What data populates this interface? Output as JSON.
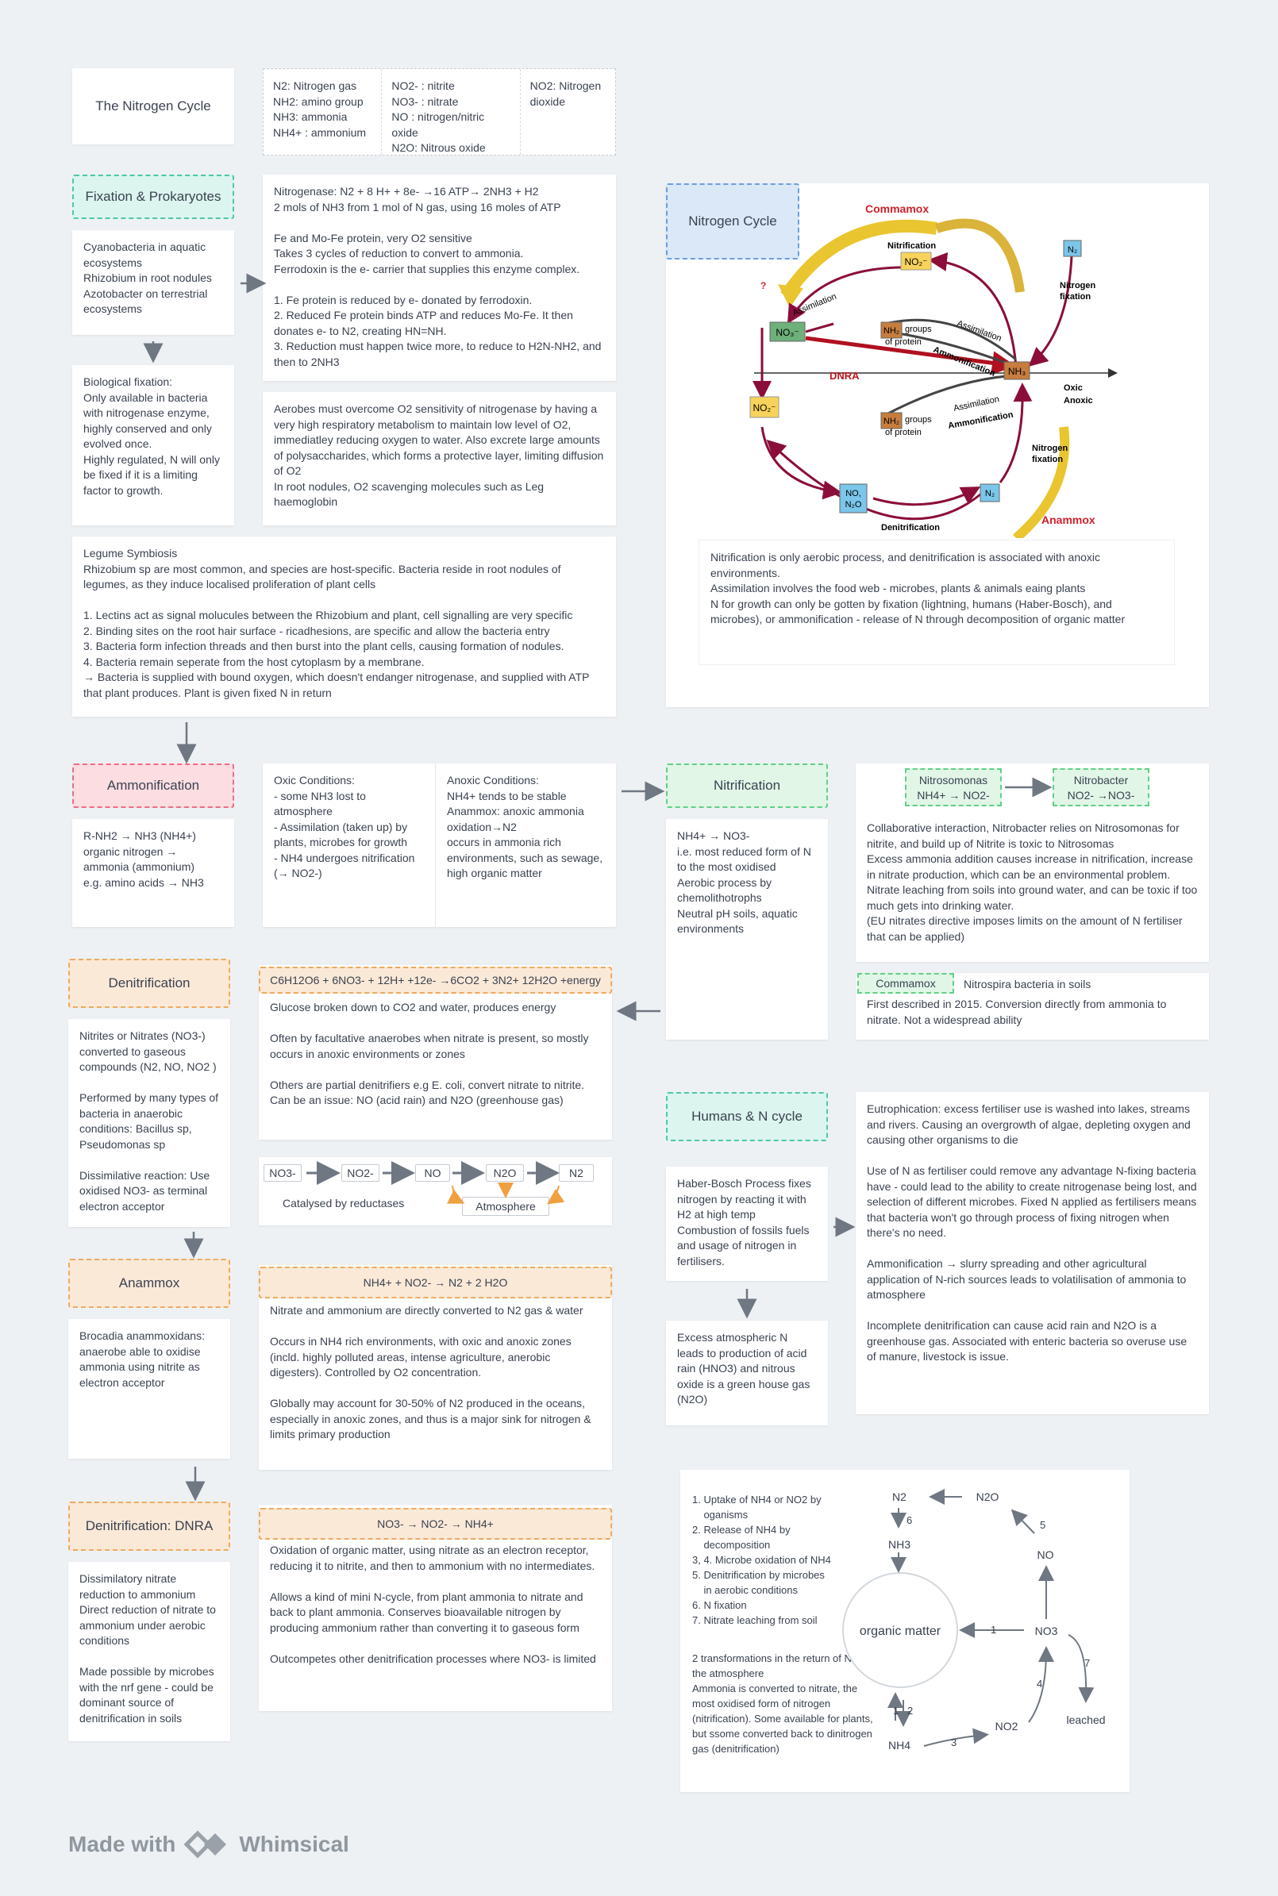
{
  "title": "The Nitrogen Cycle",
  "legend": {
    "col1": "N2: Nitrogen gas\nNH2: amino group\nNH3: ammonia\nNH4+ : ammonium",
    "col2": "NO2- : nitrite\nNO3- : nitrate\nNO : nitrogen/nitric oxide\nN2O: Nitrous oxide",
    "col3": "NO2: Nitrogen\ndioxide"
  },
  "fixation": {
    "header": "Fixation & Prokaryotes",
    "organisms": "Cyanobacteria in aquatic ecosystems\nRhizobium in root nodules\nAzotobacter on terrestrial ecosystems",
    "biological": "Biological fixation:\nOnly available in bacteria with nitrogenase enzyme, highly conserved and only evolved once.\nHighly regulated, N will only be fixed if it is a limiting factor to growth.",
    "nitrogenase": "Nitrogenase: N2 + 8 H+ + 8e- →16 ATP→ 2NH3 + H2\n2 mols of NH3 from 1 mol of N gas, using 16 moles of ATP\n\nFe and Mo-Fe protein, very O2 sensitive\nTakes 3 cycles of reduction to convert to ammonia.\nFerrodoxin is the e- carrier that supplies this enzyme complex.\n\n1. Fe protein is reduced by e- donated by ferrodoxin.\n2. Reduced Fe protein binds ATP and reduces Mo-Fe. It then donates e- to N2, creating HN=NH.\n3. Reduction must happen twice more, to reduce to H2N-NH2, and then to 2NH3",
    "aerobes": " Aerobes must overcome O2 sensitivity of nitrogenase by having a very high respiratory metabolism to maintain low level of O2, immediatley reducing oxygen to water. Also excrete large amounts of polysaccharides, which forms a protective layer, limiting diffusion of O2\nIn root nodules, O2 scavenging molecules such as Leg haemoglobin",
    "legume": "Legume Symbiosis\nRhizobium sp are most common, and species are host-specific. Bacteria reside in root nodules of legumes, as they induce localised proliferation of plant cells\n\n1. Lectins act as signal molucules between the Rhizobium and plant, cell signalling are very specific\n2. Binding sites on the root hair surface - ricadhesions, are specific and allow the bacteria entry\n3. Bacteria form infection threads and then burst into the plant cells, causing formation of nodules.\n4. Bacteria remain seperate from the host cytoplasm by a membrane.\n → Bacteria is  supplied with bound oxygen, which doesn't endanger nitrogenase, and supplied with ATP that plant produces. Plant is given fixed N in return"
  },
  "cycle": {
    "header": "Nitrogen Cycle",
    "labels": {
      "commamox": "Commamox",
      "nitrification": "Nitrification",
      "no2": "NO₂⁻",
      "no3": "NO₃⁻",
      "nh3": "NH₃",
      "n2": "N₂",
      "nh2": "NH₂",
      "groups": "groups",
      "of_protein": "of protein",
      "assimilation": "Assimilation",
      "ammonification": "Ammonification",
      "dnra": "DNRA",
      "oxic": "Oxic",
      "anoxic": "Anoxic",
      "nitrogen": "Nitrogen",
      "fixation": "fixation",
      "no_n2o_1": "NO,",
      "no_n2o_2": "N₂O",
      "denitrification": "Denitrification",
      "anammox": "Anammox",
      "q": "?"
    },
    "notes": "Nitrification is only aerobic process, and denitrification is associated with anoxic environments.\nAssimilation involves the food web - microbes, plants & animals eaing plants\nN for growth can only be gotten by fixation (lightning, humans (Haber-Bosch), and microbes), or ammonification - release of N through decomposition of organic matter"
  },
  "ammonification": {
    "header": "Ammonification",
    "text": "R-NH2 → NH3 (NH4+)\norganic nitrogen → ammonia (ammonium)\n e.g. amino acids → NH3",
    "oxic": "Oxic Conditions:\n - some NH3 lost to atmosphere\n - Assimilation (taken up) by plants, microbes for growth\n - NH4 undergoes nitrification (→ NO2-)",
    "anoxic": " Anoxic Conditions:\nNH4+ tends to be stable\n Anammox: anoxic ammonia oxidation→N2\noccurs in ammonia rich environments, such as sewage, high organic matter"
  },
  "nitrification": {
    "header": "Nitrification",
    "text": "NH4+ → NO3-\ni.e. most reduced form of N to the most oxidised\nAerobic process by chemolithotrophs\nNeutral pH soils, aquatic environments",
    "nitrosomonas": "Nitrosomonas\nNH4+ →  NO2-",
    "nitrobacter": "Nitrobacter\nNO2- →NO3-",
    "collab": "Collaborative interaction, Nitrobacter relies on Nitrosomonas for nitrite, and build up of Nitrite is toxic to Nitrosomas\nExcess ammonia addition causes increase in nitrification, increase in nitrate production, which can be an environmental problem. Nitrate leaching from soils into ground water, and can be toxic if too much gets into drinking water.\n(EU nitrates directive imposes limits on the amount of N fertiliser that can be applied)",
    "commamox_tag": "Commamox",
    "commamox_title": "Nitrospira bacteria in soils",
    "commamox_text": "First described in 2015. Conversion directly from ammonia to nitrate. Not a widespread ability"
  },
  "denitrification": {
    "header": "Denitrification",
    "text": "Nitrites or Nitrates (NO3-) converted to gaseous compounds (N2, NO, NO2 )\n\nPerformed by many types of bacteria in anaerobic conditions: Bacillus sp, Pseudomonas sp\n\nDissimilative reaction: Use oxidised NO3- as terminal electron acceptor",
    "equation": "C6H12O6 + 6NO3- + 12H+ +12e- →6CO2 + 3N2+ 12H2O +energy",
    "details": "Glucose broken down to CO2 and water, produces energy\n\nOften by facultative anaerobes when nitrate is present, so mostly occurs in anoxic environments or zones\n\nOthers are partial denitrifiers e.g E. coli, convert nitrate to nitrite. Can be an issue: NO (acid rain) and N2O (greenhouse gas)",
    "chain": [
      "NO3-",
      "NO2-",
      "NO",
      "N2O",
      "N2"
    ],
    "catalysed": "Catalysed by reductases",
    "atmosphere": "Atmosphere"
  },
  "anammox": {
    "header": "Anammox",
    "text": "Brocadia anammoxidans: anaerobe able to oxidise ammonia using nitrite as electron acceptor",
    "equation": "NH4+ + NO2- → N2 + 2 H2O",
    "details": "Nitrate and ammonium are directly converted to N2 gas & water\n\nOccurs in NH4 rich environments, with oxic and anoxic zones (incld. highly polluted areas, intense agriculture, anerobic digesters). Controlled by O2 concentration.\n\nGlobally may account for 30-50% of N2 produced in the oceans, especially in anoxic zones, and thus is a major sink for nitrogen & limits primary production"
  },
  "dnra": {
    "header": "Denitrification: DNRA",
    "text": "Dissimilatory nitrate reduction to ammonium\nDirect reduction of nitrate to ammonium under aerobic conditions\n\nMade possible by microbes with the nrf gene - could be dominant source of denitrification in soils",
    "equation": "NO3- → NO2- → NH4+",
    "details": "Oxidation of organic matter, using nitrate as an electron receptor, reducing it to nitrite, and then to ammonium with no intermediates.\n\nAllows a kind of mini N-cycle, from plant ammonia to nitrate and back to plant ammonia. Conserves bioavailable nitrogen by producing ammonium rather than converting it to gaseous form\n\nOutcompetes other denitrification processes where NO3- is limited"
  },
  "humans": {
    "header": "Humans & N cycle",
    "haber": "Haber-Bosch Process fixes nitrogen by reacting it with H2 at high temp\nCombustion of fossils fuels and usage of nitrogen in fertilisers.",
    "excess": "Excess atmospheric N leads to production of acid rain (HNO3) and nitrous oxide is a green house gas (N2O)",
    "text": "Eutrophication: excess fertiliser use is washed into lakes, streams and rivers. Causing an overgrowth of algae, depleting oxygen and causing other organisms to die\n\nUse of N as fertiliser could remove any advantage N-fixing bacteria have - could lead to the ability to create nitrogenase being lost, and selection of different microbes. Fixed N applied as fertilisers means that bacteria won't go through process of fixing nitrogen when there's no need.\n\nAmmonification → slurry spreading and other agricultural application of N-rich sources leads to volatilisation of ammonia to atmosphere\n\nIncomplete denitrification can cause acid rain and N2O is a greenhouse gas. Associated with enteric bacteria so overuse use of manure, livestock is issue."
  },
  "summary": {
    "list": "1. Uptake of NH4 or NO2 by\n    oganisms\n2. Release of NH4 by\n    decomposition\n3, 4. Microbe oxidation of NH4\n5. Denitrification by microbes\n    in aerobic conditions\n6. N fixation\n7. Nitrate leaching from soil",
    "note": " 2 transformations in the return of N to the atmosphere\nAmmonia is converted to nitrate, the most oxidised form of nitrogen (nitrification). Some available for plants, but ssome converted back to dinitrogen gas (denitrification)",
    "center": "organic matter",
    "nodes": {
      "n2": "N2",
      "n2o": "N2O",
      "nh3": "NH3",
      "no": "NO",
      "no3": "NO3",
      "no2": "NO2",
      "nh4": "NH4",
      "leached": "leached"
    },
    "nums": {
      "n1": "1",
      "n2": "2",
      "n3": "3",
      "n4": "4",
      "n5": "5",
      "n6": "6",
      "n7": "7"
    }
  },
  "footer": {
    "made_with": "Made with",
    "brand": "Whimsical"
  }
}
